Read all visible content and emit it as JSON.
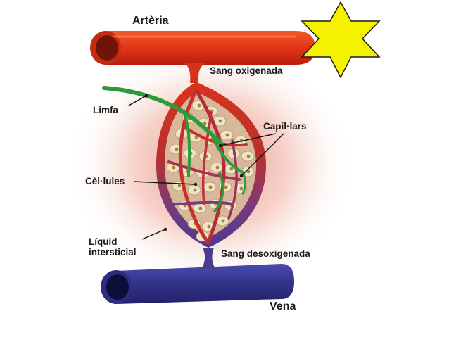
{
  "labels": {
    "arteria": "Artèria",
    "vena": "Vena",
    "sang_oxigenada": "Sang oxigenada",
    "sang_desoxigenada": "Sang desoxigenada",
    "limfa": "Limfa",
    "capillars": "Capil·lars",
    "cellules": "Cèl·lules",
    "liquid_line1": "Líquid",
    "liquid_line2": "intersticial"
  },
  "colors": {
    "artery": "#e8401c",
    "vein": "#3a3a9a",
    "lymph": "#2e9a3a",
    "star": "#f5f200",
    "interstitial_glow": "#e89a88",
    "cell": "#efe3c6"
  },
  "icons": {
    "star": "star-icon"
  }
}
